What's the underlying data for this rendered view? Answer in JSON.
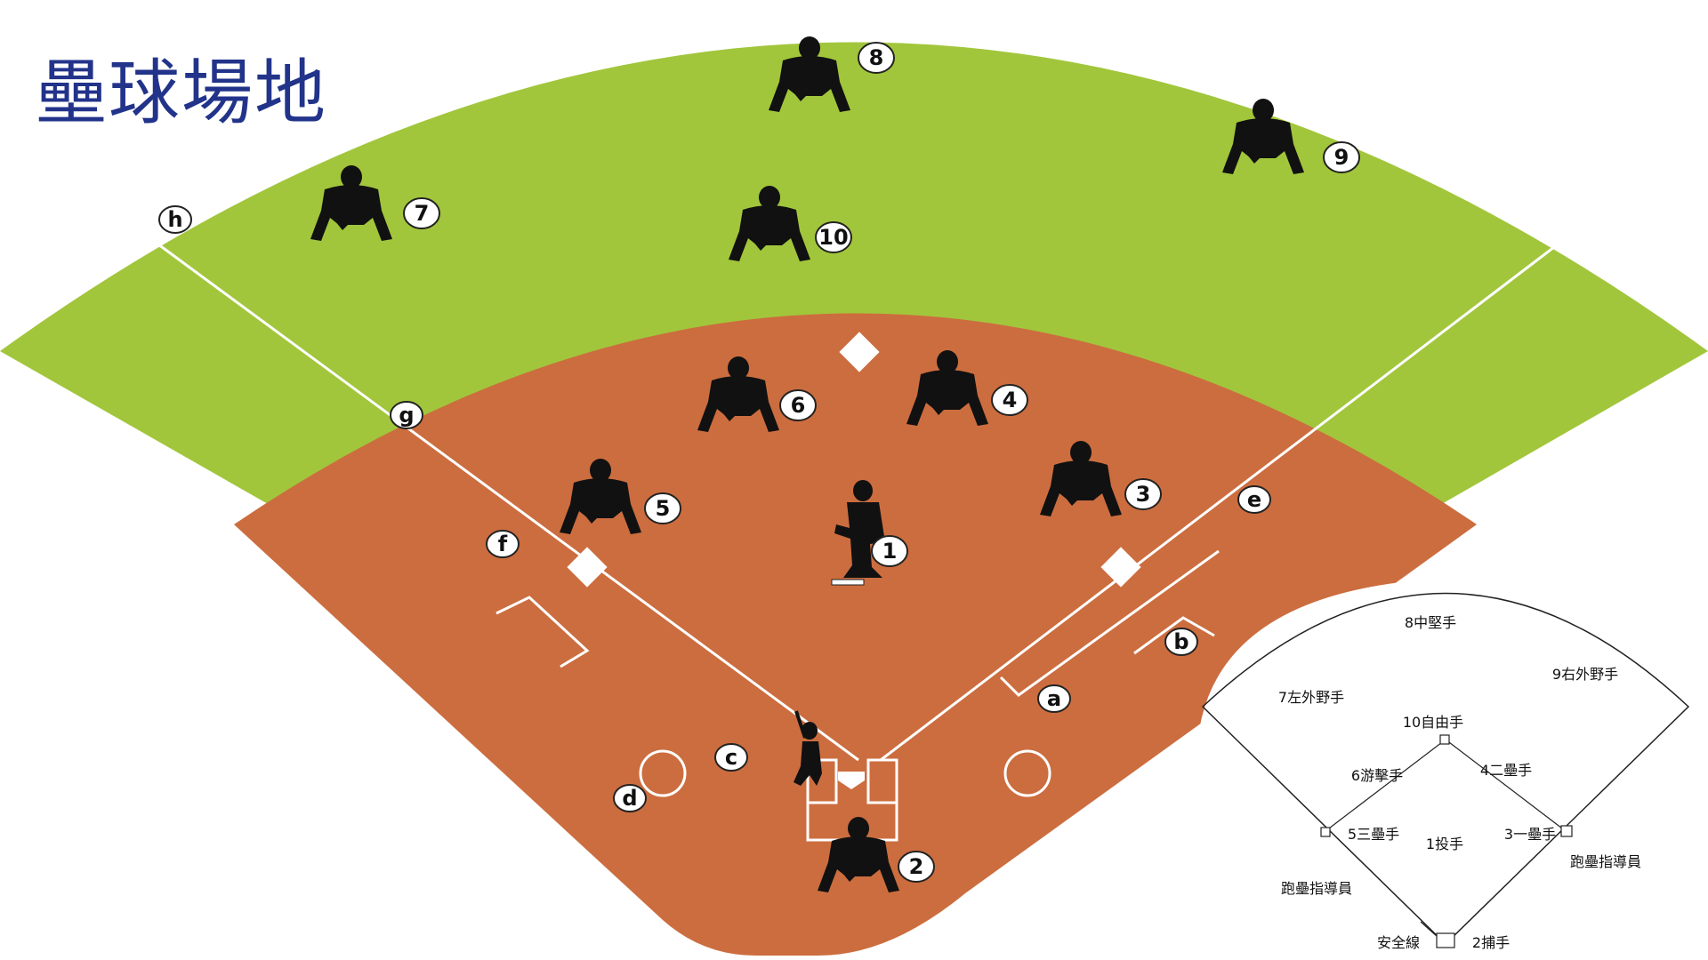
{
  "title": "壘球場地",
  "colors": {
    "outfield": "#a1c63b",
    "infield": "#cc6d3f",
    "line": "#ffffff",
    "silhouette": "#111111",
    "title": "#22338a"
  },
  "player_numbers": [
    "8",
    "9",
    "7",
    "10",
    "6",
    "4",
    "5",
    "3",
    "1",
    "2"
  ],
  "letters": [
    "a",
    "b",
    "c",
    "d",
    "e",
    "f",
    "g",
    "h"
  ],
  "inset": {
    "positions": [
      "8中堅手",
      "7左外野手",
      "9右外野手",
      "10自由手",
      "6游擊手",
      "4二壘手",
      "5三壘手",
      "1投手",
      "3一壘手"
    ],
    "coach_left": "跑壘指導員",
    "coach_right": "跑壘指導員",
    "safety_line": "安全線",
    "catcher": "2捕手"
  }
}
